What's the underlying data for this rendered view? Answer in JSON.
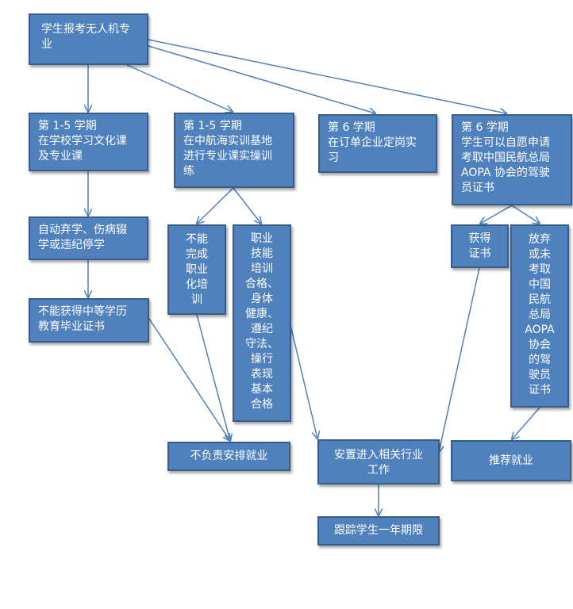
{
  "colors": {
    "box_fill": "#4f81bd",
    "box_border": "#385d8a",
    "arrow": "#4f81bd",
    "text": "#ffffff"
  },
  "nodes": {
    "root": "学生报考无人机专\n业",
    "school_study": "第 1-5 学期\n在学校学习文化课\n及专业课",
    "base_training": "第 1-5 学期\n在中航海实训基地\n进行专业课实操训\n练",
    "internship": "第 6 学期\n在订单企业定岗实\n习",
    "aopa_optional": "第 6 学期\n学生可以自愿申请\n考取中国民航总局\nAOPA 协会的驾驶\n员证书",
    "dropout": "自动弃学、伤病辍\n学或违纪停学",
    "not_complete": "不能\n完成\n职业\n化培\n训",
    "qualified": "职业\n技能\n培训\n合格、\n身体\n健康、\n遵纪\n守法、\n操行\n表现\n基本\n合格",
    "get_cert": "获得\n证书",
    "give_up": "放弃\n或未\n考取\n中国\n民航\n总局\nAOPA\n协会\n的驾\n驶员\n证书",
    "no_diploma": "不能获得中等学历\n教育毕业证书",
    "no_job": "不负责安排就业",
    "placement": "安置进入相关行业\n工作",
    "recommend": "推荐就业",
    "follow_up": "跟踪学生一年期限"
  }
}
